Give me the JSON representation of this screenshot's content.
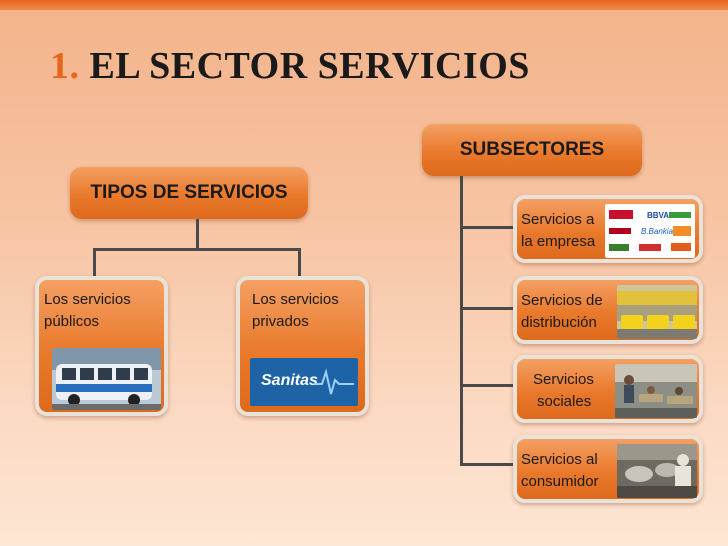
{
  "title": {
    "number": "1.",
    "text": "EL SECTOR SERVICIOS"
  },
  "left_tree": {
    "header": "TIPOS DE SERVICIOS",
    "children": [
      {
        "line1": "Los servicios",
        "line2": "públicos",
        "image": "bus-photo"
      },
      {
        "line1": "Los servicios",
        "line2": "privados",
        "image": "sanitas-logo",
        "logo_text": "Sanitas"
      }
    ]
  },
  "right_tree": {
    "header": "SUBSECTORES",
    "children": [
      {
        "line1": "Servicios a",
        "line2": "la empresa",
        "image": "bank-logos",
        "logo_labels": [
          "BBVA"
        ]
      },
      {
        "line1": "Servicios de",
        "line2": "distribución",
        "image": "delivery-vans-photo"
      },
      {
        "line1": "Servicios",
        "line2": "sociales",
        "image": "classroom-photo"
      },
      {
        "line1": "Servicios al",
        "line2": "consumidor",
        "image": "kitchen-photo"
      }
    ]
  },
  "colors": {
    "accent": "#e8651c",
    "box": "#e9792b",
    "line": "#4a4a4a",
    "box_border": "#e9e2d8"
  }
}
